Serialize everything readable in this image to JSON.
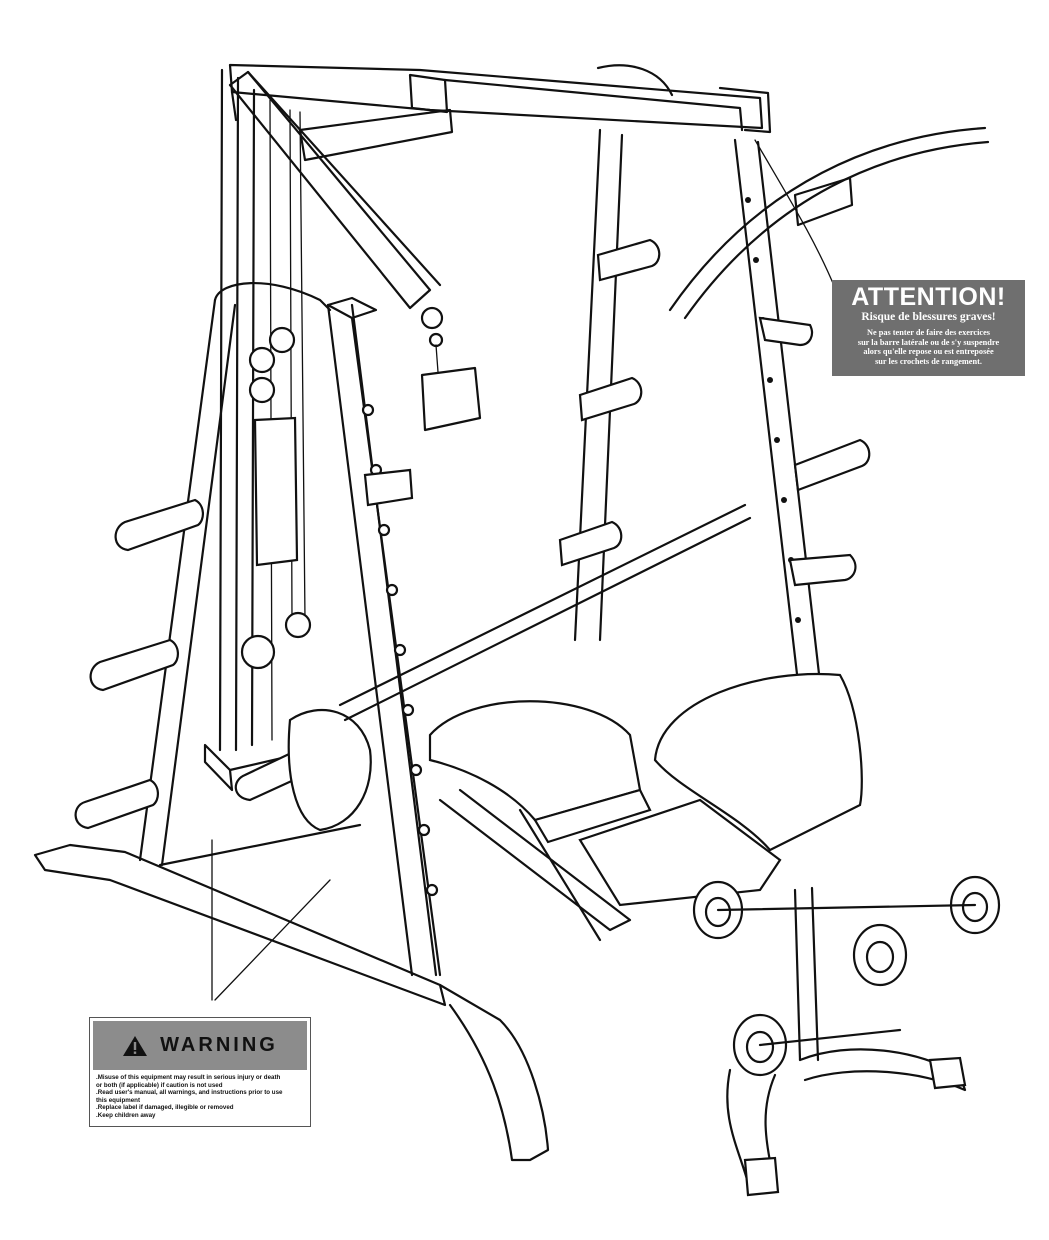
{
  "attention_label": {
    "title": "ATTENTION!",
    "subtitle": "Risque de blessures graves!",
    "lines": [
      "Ne pas tenter de faire des exercices",
      "sur la barre latérale ou de s'y suspendre",
      "alors qu'elle repose ou est entreposée",
      "sur les crochets de rangement."
    ],
    "background": "#6f6f6f"
  },
  "warning_label": {
    "title": "WARNING",
    "icon": "warning-triangle-icon",
    "lines": [
      ".Misuse of this equipment may result in serious injury or death",
      "or both (if applicable) if caution is not used",
      ".Read user's manual, all warnings, and instructions prior to use",
      "this equipment",
      ".Replace label if damaged, illegible or removed",
      ".Keep children away"
    ],
    "header_color": "#8c8c8c"
  }
}
